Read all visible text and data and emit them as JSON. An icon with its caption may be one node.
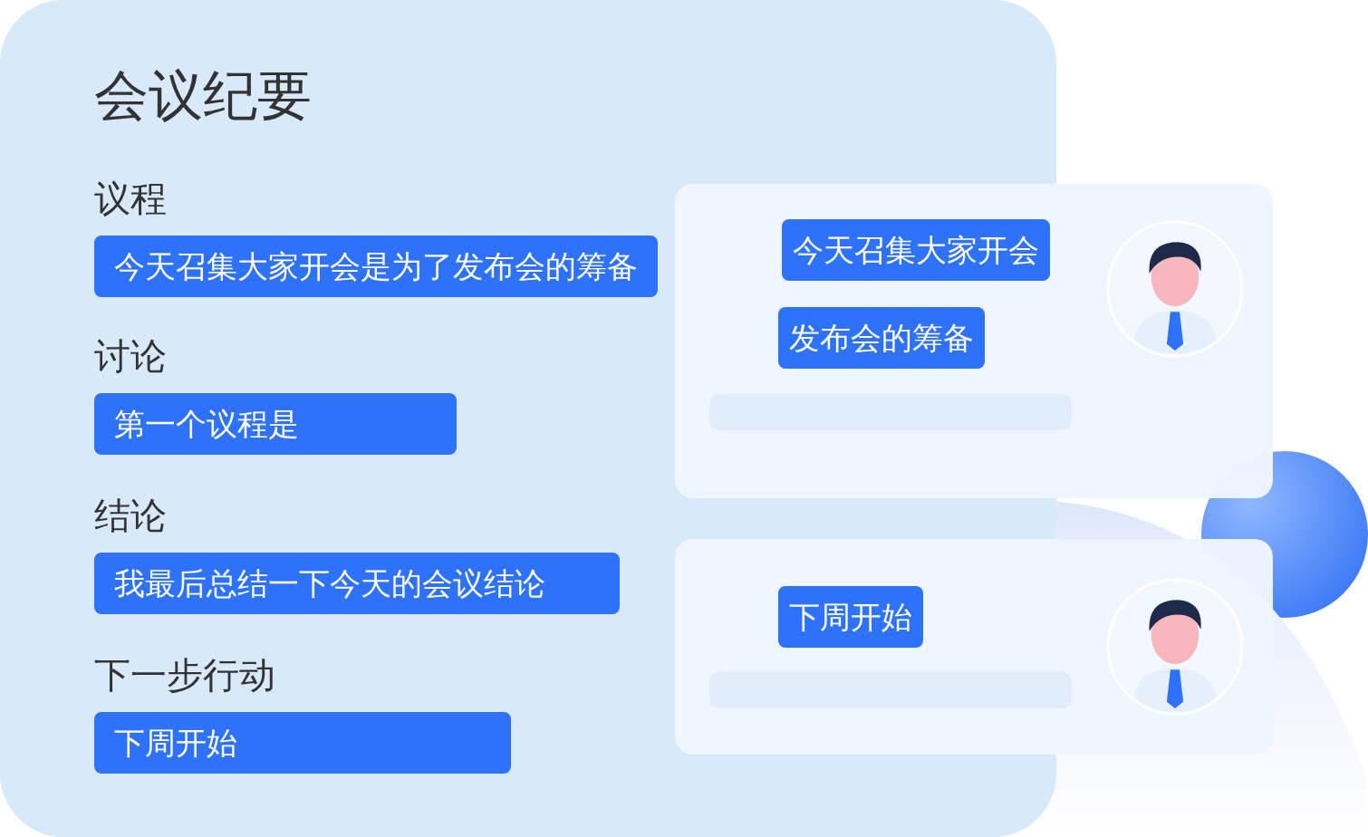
{
  "diagram": {
    "title": "会议纪要",
    "nodes": [
      {
        "text": [],
        "shape": "box"
      },
      {
        "text": [
          "今天召集大家开会是为了发布会的筹备"
        ],
        "in": 0
      },
      {
        "text": [
          "第一个议程是"
        ],
        "in": 0
      },
      {
        "text": [
          "我最后总结一下今天的会议结论"
        ],
        "in": 0
      },
      {
        "text": [
          "下周开始"
        ],
        "in": 0
      },
      {
        "text": [],
        "shape": "box"
      },
      {
        "text": [
          "今天召集大家开会"
        ]
      },
      {
        "text": [
          "发布会的筹备"
        ]
      },
      {
        "text": [],
        "shape": "bar"
      },
      {
        "text": [],
        "shape": "person",
        "in": 5
      },
      {
        "text": [],
        "shape": "box"
      },
      {
        "text": [
          "下周开始"
        ]
      },
      {
        "text": [],
        "shape": "bar"
      },
      {
        "text": [],
        "shape": "person",
        "in": 10
      }
    ],
    "labels": [
      "议程",
      "讨论",
      "结论",
      "下一步行动"
    ]
  }
}
